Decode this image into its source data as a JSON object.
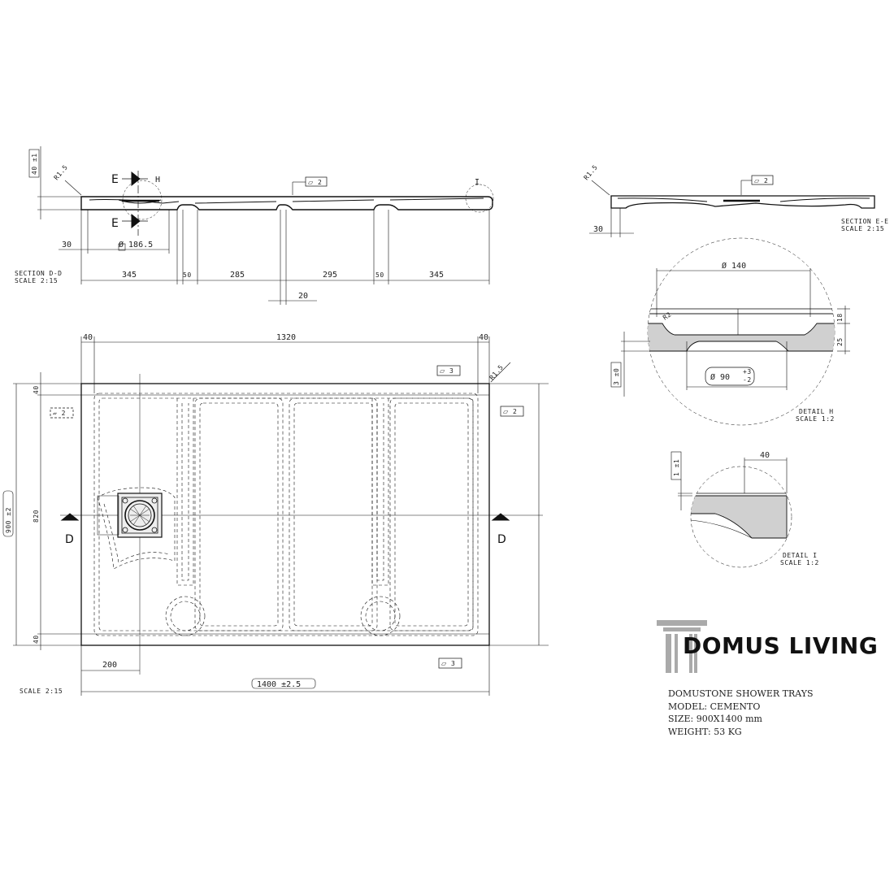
{
  "brand": {
    "name": "DOMUS LIVING"
  },
  "product": {
    "line1": "DOMUSTONE SHOWER TRAYS",
    "line2": "MODEL: CEMENTO",
    "line3": "SIZE: 900X1400 mm",
    "line4": "WEIGHT: 53 KG"
  },
  "section_dd": {
    "label": "SECTION D-D",
    "scale": "SCALE 2:15",
    "thickness": "40 ±1",
    "radius": "R1.5",
    "tolerance_box": "⏥ 2",
    "waste_dia": "Ø 186.5",
    "edge": "30",
    "spans": [
      "345",
      "50",
      "285",
      "295",
      "50",
      "345"
    ],
    "rib": "20",
    "marker_e": "E",
    "marker_h": "H",
    "marker_i": "I"
  },
  "section_ee": {
    "label": "SECTION E-E",
    "scale": "SCALE 2:15",
    "radius": "R1.5",
    "tolerance_box": "⏥ 2",
    "edge": "30"
  },
  "detail_h": {
    "label": "DETAIL H",
    "scale": "SCALE 1:2",
    "top_dia": "Ø 140",
    "radius": "R2",
    "dim_a": "18",
    "dim_b": "25",
    "dim_c": "3 ±0",
    "outlet": "Ø 90",
    "tol_plus": "+3",
    "tol_minus": "-2"
  },
  "detail_i": {
    "label": "DETAIL I",
    "scale": "SCALE 1:2",
    "width": "40",
    "height": "1 ±1"
  },
  "plan": {
    "scale": "SCALE 2:15",
    "top_left": "40",
    "top_span": "1320",
    "top_right": "40",
    "height": "900 ±2",
    "inner_height": "820",
    "side_top": "40",
    "side_bottom": "40",
    "drain_offset": "200",
    "width": "1400 ±2.5",
    "radius": "R1.5",
    "tolerance_box": "⏥ 3",
    "tolerance_box_right": "⏥ 2",
    "flatness_box": "▱ 2",
    "section_marker": "D"
  }
}
